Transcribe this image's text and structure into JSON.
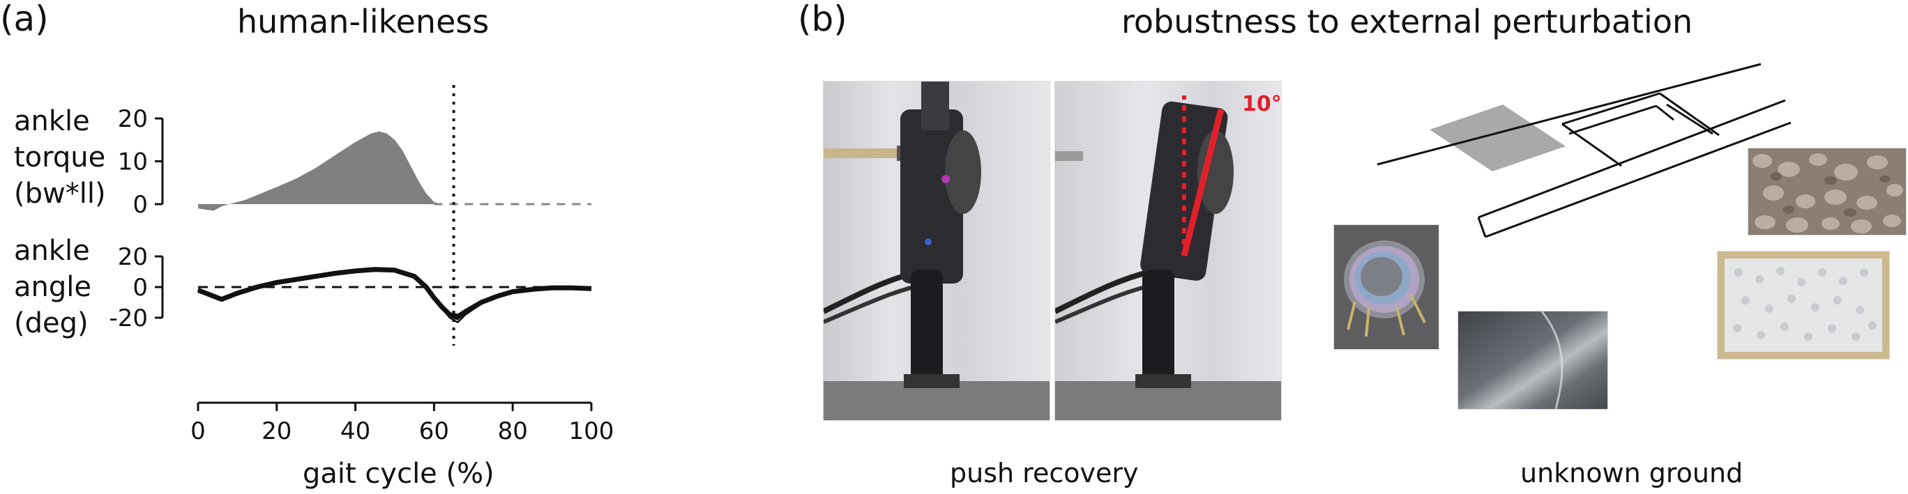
{
  "panel_a": {
    "label": "(a)",
    "title": "human-likeness",
    "torque_ylabel": [
      "ankle",
      "torque",
      "(bw*ll)"
    ],
    "angle_ylabel": [
      "ankle",
      "angle",
      "(deg)"
    ],
    "xlabel": "gait cycle (%)"
  },
  "panel_b": {
    "label": "(b)",
    "title": "robustness to external perturbation",
    "push_caption": "push recovery",
    "ground_caption": "unknown ground",
    "lean_angle_label": "10°",
    "push_photo_icon": "robot-photo",
    "ground_photo_icons": [
      "oil-spill-photo",
      "steel-plate-photo",
      "gravel-photo",
      "beads-photo"
    ]
  },
  "chart_data": [
    {
      "type": "area",
      "name": "ankle torque",
      "ylabel": "ankle torque (bw*ll)",
      "xlim": [
        0,
        100
      ],
      "ylim": [
        0,
        20
      ],
      "yticks": [
        "20",
        "10",
        "0"
      ],
      "x": [
        0,
        2,
        4,
        6,
        8,
        12,
        16,
        20,
        25,
        30,
        35,
        40,
        44,
        46,
        48,
        50,
        52,
        54,
        56,
        58,
        60,
        62,
        64,
        70,
        80,
        90,
        100
      ],
      "y": [
        -1,
        -1.3,
        -1.5,
        -0.5,
        0,
        1,
        2.5,
        4,
        6,
        8.5,
        11.5,
        14.5,
        16.5,
        17,
        16.5,
        15,
        12.5,
        9,
        5.5,
        2.5,
        0.5,
        0,
        0,
        0,
        0,
        0,
        0
      ],
      "fill_color": "#808080",
      "stance_end_marker_x": 65,
      "zero_line_style": "dashed gray after stance"
    },
    {
      "type": "line",
      "name": "ankle angle",
      "ylabel": "ankle angle (deg)",
      "xlim": [
        0,
        100
      ],
      "ylim": [
        -20,
        20
      ],
      "yticks": [
        "20",
        "0",
        "-20"
      ],
      "x": [
        0,
        3,
        6,
        10,
        15,
        20,
        25,
        30,
        35,
        40,
        45,
        50,
        55,
        58,
        60,
        62,
        64,
        66,
        68,
        72,
        76,
        80,
        85,
        90,
        95,
        100
      ],
      "series": [
        {
          "values": [
            -2,
            -5,
            -8,
            -4,
            0,
            3,
            5,
            7,
            9,
            10.5,
            11.5,
            11,
            7,
            0,
            -7,
            -13,
            -18,
            -19.5,
            -16,
            -10,
            -6,
            -3,
            -1.5,
            -0.5,
            -0.5,
            -1
          ]
        },
        {
          "values": [
            -3,
            -6,
            -9,
            -5,
            -1,
            2,
            4.5,
            6.5,
            8.5,
            10,
            11,
            10.5,
            6.5,
            -1,
            -8,
            -14,
            -19,
            -21,
            -17,
            -11,
            -7,
            -3.5,
            -2,
            -1,
            -1,
            -1.5
          ]
        },
        {
          "values": [
            -1.5,
            -4,
            -7,
            -3,
            1,
            4,
            6,
            8,
            10,
            11.5,
            12.5,
            12,
            8,
            1,
            -6,
            -12,
            -17,
            -18,
            -15,
            -9,
            -5,
            -2.5,
            -1,
            0,
            0,
            -0.5
          ]
        },
        {
          "values": [
            -2.5,
            -5.5,
            -8.5,
            -4.5,
            -0.5,
            2.5,
            5,
            7.5,
            9.5,
            11,
            12,
            11.5,
            7.5,
            0.5,
            -7.5,
            -14,
            -20,
            -23,
            -18,
            -11,
            -6.5,
            -3,
            -1.5,
            -0.5,
            -0.5,
            -1
          ]
        },
        {
          "values": [
            -2,
            -4.5,
            -7.5,
            -3.5,
            0.5,
            3.5,
            5.5,
            7.5,
            9.5,
            11,
            12,
            11.5,
            7,
            0,
            -6.5,
            -12.5,
            -18,
            -20,
            -16.5,
            -10,
            -6,
            -3,
            -1.5,
            -0.5,
            -0.5,
            -1
          ]
        }
      ],
      "line_color": "#111111",
      "stance_end_marker_x": 65,
      "zero_line_style": "dashed black"
    }
  ],
  "x_axis": {
    "ticks": [
      "0",
      "20",
      "40",
      "60",
      "80",
      "100"
    ],
    "values": [
      0,
      20,
      40,
      60,
      80,
      100
    ]
  }
}
